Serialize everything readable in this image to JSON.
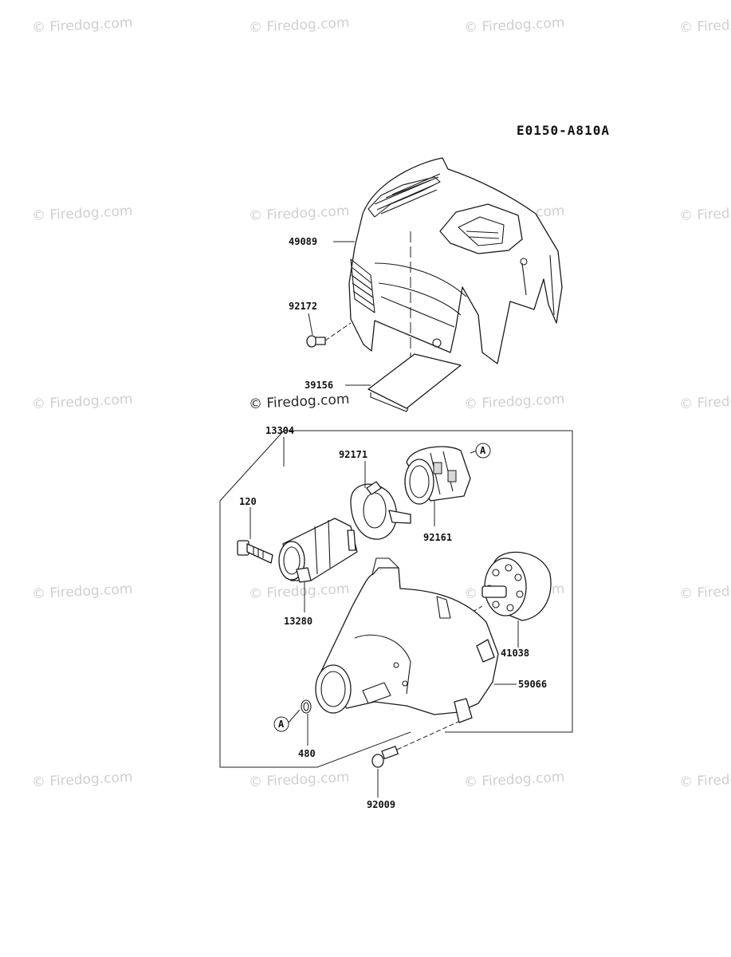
{
  "diagram_code": "E0150-A810A",
  "watermark": "© Firedog.com",
  "watermark_main": "© Firedog.com",
  "parts": {
    "p49089": "49089",
    "p92172": "92172",
    "p39156": "39156",
    "p13304": "13304",
    "p92171": "92171",
    "p92161": "92161",
    "p120": "120",
    "p13280": "13280",
    "p41038": "41038",
    "p59066": "59066",
    "p480": "480",
    "p92009": "92009"
  },
  "ref_marks": {
    "a_top": "A",
    "a_bottom": "A"
  }
}
